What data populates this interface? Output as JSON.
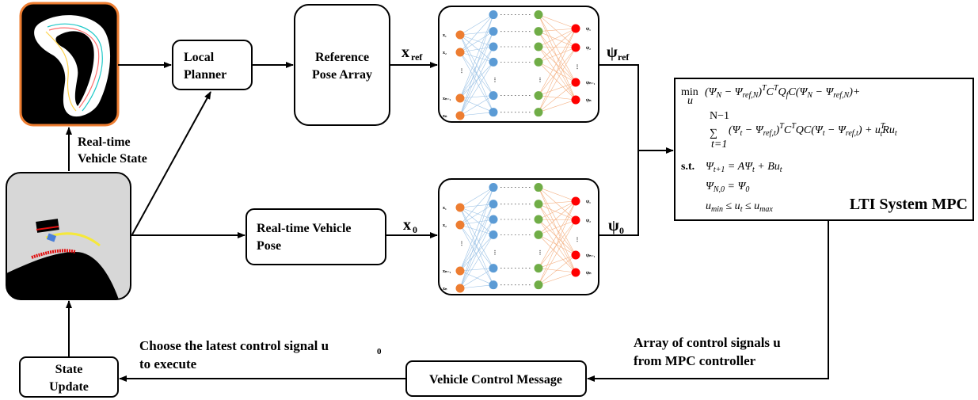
{
  "blocks": {
    "local_planner": [
      "Local",
      "Planner"
    ],
    "reference_pose_array": [
      "Reference",
      "Pose Array"
    ],
    "realtime_vehicle_pose": [
      "Real-time Vehicle",
      "Pose"
    ],
    "state_update": [
      "State",
      "Update"
    ],
    "vehicle_control_message": "Vehicle Control Message",
    "mpc_title": "LTI System MPC"
  },
  "labels": {
    "realtime_vehicle_state": [
      "Real-time",
      "Vehicle State"
    ],
    "x_ref": "x",
    "x_ref_sub": "ref",
    "psi_ref": "ψ",
    "psi_ref_sub": "ref",
    "x_0": "x",
    "x_0_sub": "0",
    "psi_0": "ψ",
    "psi_0_sub": "0",
    "control_array": [
      "Array  of control signals  u",
      "from MPC controller"
    ],
    "choose_signal": "Choose the latest control signal u",
    "choose_signal_sub": "0",
    "to_execute": "to execute"
  },
  "mpc": {
    "line1_min": "min",
    "line1_min_sub": "u",
    "line1": "(Ψ",
    "line2_sum_top": "N−1",
    "line2_sum_bot": "t=1",
    "line3_st": "s.t.",
    "line3": "Ψ",
    "line4": "Ψ",
    "line5": "u"
  },
  "nn": {
    "inputs": [
      "x₁",
      "x₂",
      "⋮",
      "xₙ₋₁",
      "xₙ"
    ],
    "outputs": [
      "ψ₁",
      "ψ₂",
      "⋮",
      "ψₙ₋₁",
      "ψₙ"
    ],
    "colors": {
      "input": "#ED7D31",
      "hidden1": "#5B9BD5",
      "hidden2": "#70AD47",
      "output": "#FF0000",
      "edge_blue": "#9DC3E6",
      "edge_red": "#F4B183"
    }
  },
  "colors": {
    "map_border": "#ED7D31",
    "stroke": "#000000"
  }
}
